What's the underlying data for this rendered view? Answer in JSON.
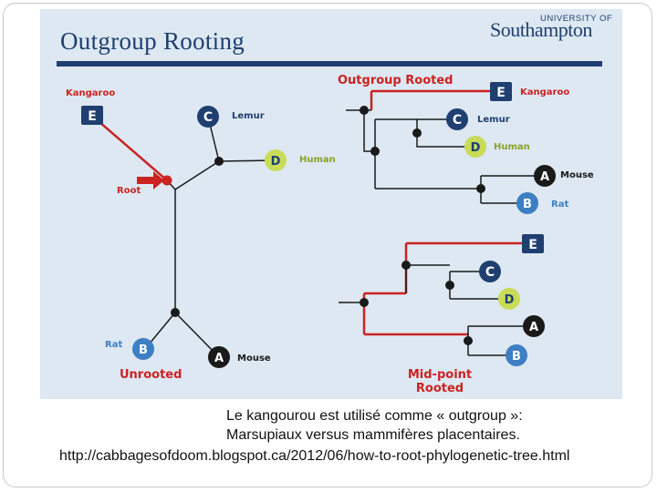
{
  "figure": {
    "title": "Outgroup Rooting",
    "logo": {
      "small": "UNIVERSITY OF",
      "big": "Southampton"
    },
    "unrooted": {
      "label_outgroup": "Kangaroo",
      "label_lemur": "Lemur",
      "label_human": "Human",
      "label_root": "Root",
      "label_rat": "Rat",
      "label_mouse": "Mouse",
      "caption": "Unrooted",
      "node_E": "E",
      "node_C": "C",
      "node_D": "D",
      "node_B": "B",
      "node_A": "A"
    },
    "outgroup_rooted": {
      "caption": "Outgroup Rooted",
      "label_kangaroo": "Kangaroo",
      "label_lemur": "Lemur",
      "label_human": "Human",
      "label_mouse": "Mouse",
      "label_rat": "Rat",
      "node_E": "E",
      "node_C": "C",
      "node_D": "D",
      "node_A": "A",
      "node_B": "B"
    },
    "midpoint_rooted": {
      "caption_line1": "Mid-point",
      "caption_line2": "Rooted",
      "node_E": "E",
      "node_C": "C",
      "node_D": "D",
      "node_A": "A",
      "node_B": "B"
    },
    "colors": {
      "red": "#cc2222",
      "navy": "#1f3f70",
      "green": "#c8dc58",
      "blue": "#3e7fc4",
      "dark": "#1a1a1a"
    }
  },
  "caption_line1": "Le kangourou est utilisé comme « outgroup »:",
  "caption_line2": "Marsupiaux versus mammifères placentaires.",
  "url": "http://cabbagesofdoom.blogspot.ca/2012/06/how-to-root-phylogenetic-tree.html"
}
